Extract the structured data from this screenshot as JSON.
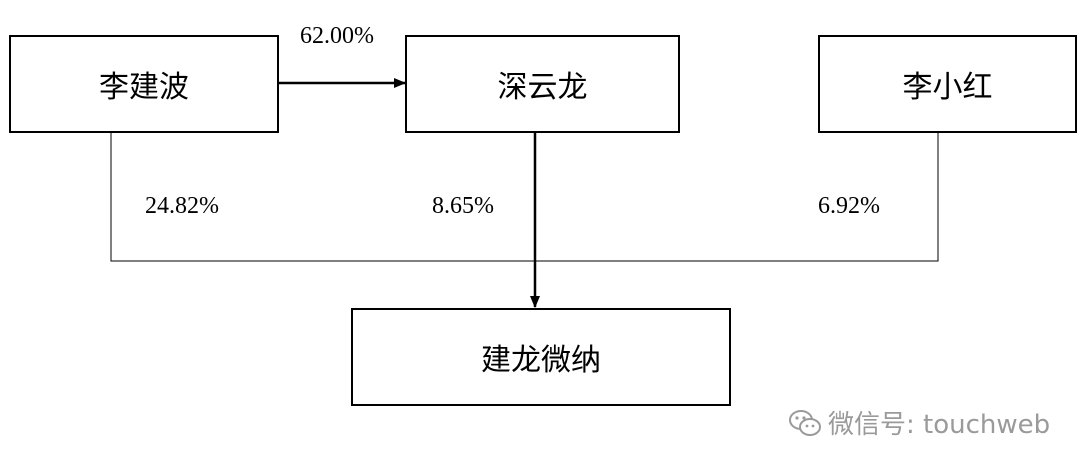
{
  "nodes": {
    "li_jianbo": "李建波",
    "shenyunlong": "深云龙",
    "li_xiaohong": "李小红",
    "jianlong_weina": "建龙微纳"
  },
  "edges": {
    "li_jianbo_to_shenyunlong": "62.00%",
    "li_jianbo_to_jianlong": "24.82%",
    "shenyunlong_to_jianlong": "8.65%",
    "li_xiaohong_to_jianlong": "6.92%"
  },
  "watermark": {
    "icon": "wechat-icon",
    "text": "微信号: touchweb"
  },
  "colors": {
    "line": "#000000",
    "box_border": "#000000",
    "watermark": "#9a9a9a"
  }
}
